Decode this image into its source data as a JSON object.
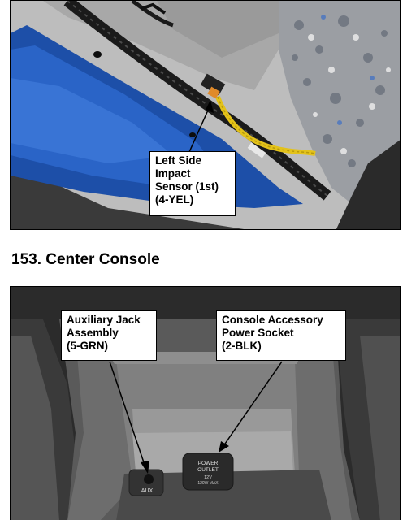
{
  "section": {
    "heading": "153.  Center Console"
  },
  "callouts": {
    "impact_sensor": {
      "lines": [
        "Left Side",
        "Impact",
        "Sensor (1st)",
        "(4-YEL)"
      ]
    },
    "aux_jack": {
      "lines": [
        "Auxiliary Jack",
        "Assembly",
        "(5-GRN)"
      ]
    },
    "power_socket": {
      "lines": [
        "Console Accessory",
        "Power Socket",
        "(2-BLK)"
      ]
    }
  },
  "photo_text": {
    "aux_port_label": "AUX",
    "socket_label_line1": "POWER",
    "socket_label_line2": "OUTLET",
    "socket_label_line3": "12V",
    "socket_label_line4": "120W MAX"
  },
  "colors": {
    "body_blue": "#1d4fa8",
    "wire_yellow": "#e3c21a",
    "harness_black": "#1a1a1a",
    "console_gray": "#4a4a4a"
  }
}
